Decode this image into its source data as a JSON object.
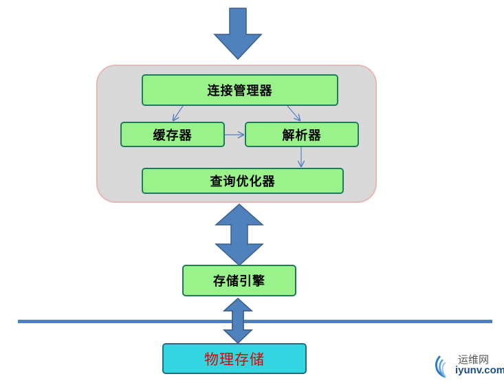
{
  "diagram": {
    "boxes": {
      "connection_manager": "连接管理器",
      "cache": "缓存器",
      "parser": "解析器",
      "query_optimizer": "查询优化器",
      "storage_engine": "存储引擎",
      "physical_storage": "物理存储"
    }
  },
  "watermark": {
    "cn": "运维网",
    "en": "iyunv.com"
  },
  "colors": {
    "box_fill": "#99f28a",
    "box_border": "#1f7a5c",
    "arrow_fill": "#4f81bd",
    "arrow_stroke": "#385d8a",
    "container_fill": "#d9d9d9",
    "container_border": "#e6b8b7",
    "physical_fill": "#33d6e0",
    "physical_text": "#e00000"
  }
}
